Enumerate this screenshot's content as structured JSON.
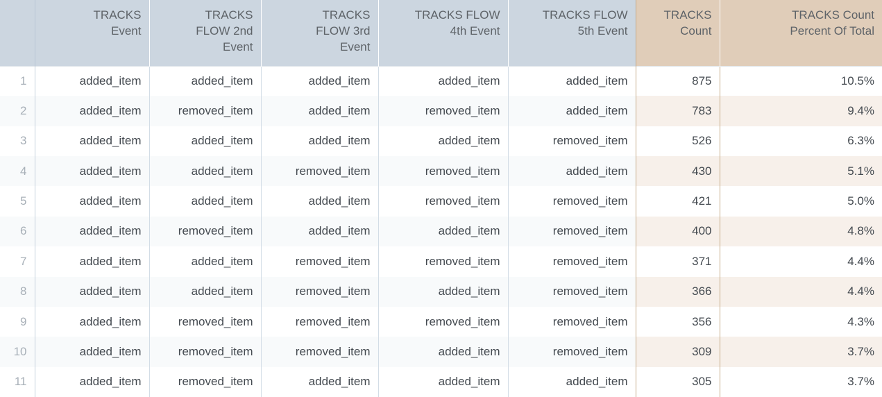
{
  "table": {
    "columns": [
      {
        "key": "rownum",
        "label": "",
        "group": "rownum"
      },
      {
        "key": "event1",
        "label": "TRACKS Event",
        "group": "blue"
      },
      {
        "key": "event2",
        "label": "TRACKS FLOW 2nd Event",
        "group": "blue"
      },
      {
        "key": "event3",
        "label": "TRACKS FLOW 3rd Event",
        "group": "blue"
      },
      {
        "key": "event4",
        "label": "TRACKS FLOW 4th Event",
        "group": "blue"
      },
      {
        "key": "event5",
        "label": "TRACKS FLOW 5th Event",
        "group": "blue"
      },
      {
        "key": "count",
        "label": "TRACKS Count",
        "group": "beige"
      },
      {
        "key": "pct",
        "label": "TRACKS Count Percent Of Total",
        "group": "beige"
      }
    ],
    "header_lines": {
      "rownum": [
        "",
        ""
      ],
      "event1": [
        "TRACKS",
        "Event"
      ],
      "event2": [
        "TRACKS",
        "FLOW 2nd",
        "Event"
      ],
      "event3": [
        "TRACKS",
        "FLOW 3rd",
        "Event"
      ],
      "event4": [
        "TRACKS FLOW",
        "4th Event"
      ],
      "event5": [
        "TRACKS FLOW",
        "5th Event"
      ],
      "count": [
        "TRACKS",
        "Count"
      ],
      "pct": [
        "TRACKS Count",
        "Percent Of Total"
      ]
    },
    "rows": [
      {
        "n": "1",
        "event1": "added_item",
        "event2": "added_item",
        "event3": "added_item",
        "event4": "added_item",
        "event5": "added_item",
        "count": "875",
        "pct": "10.5%"
      },
      {
        "n": "2",
        "event1": "added_item",
        "event2": "removed_item",
        "event3": "added_item",
        "event4": "removed_item",
        "event5": "added_item",
        "count": "783",
        "pct": "9.4%"
      },
      {
        "n": "3",
        "event1": "added_item",
        "event2": "added_item",
        "event3": "added_item",
        "event4": "added_item",
        "event5": "removed_item",
        "count": "526",
        "pct": "6.3%"
      },
      {
        "n": "4",
        "event1": "added_item",
        "event2": "added_item",
        "event3": "removed_item",
        "event4": "removed_item",
        "event5": "added_item",
        "count": "430",
        "pct": "5.1%"
      },
      {
        "n": "5",
        "event1": "added_item",
        "event2": "added_item",
        "event3": "added_item",
        "event4": "removed_item",
        "event5": "removed_item",
        "count": "421",
        "pct": "5.0%"
      },
      {
        "n": "6",
        "event1": "added_item",
        "event2": "removed_item",
        "event3": "added_item",
        "event4": "added_item",
        "event5": "removed_item",
        "count": "400",
        "pct": "4.8%"
      },
      {
        "n": "7",
        "event1": "added_item",
        "event2": "added_item",
        "event3": "removed_item",
        "event4": "removed_item",
        "event5": "removed_item",
        "count": "371",
        "pct": "4.4%"
      },
      {
        "n": "8",
        "event1": "added_item",
        "event2": "added_item",
        "event3": "removed_item",
        "event4": "added_item",
        "event5": "removed_item",
        "count": "366",
        "pct": "4.4%"
      },
      {
        "n": "9",
        "event1": "added_item",
        "event2": "removed_item",
        "event3": "removed_item",
        "event4": "removed_item",
        "event5": "removed_item",
        "count": "356",
        "pct": "4.3%"
      },
      {
        "n": "10",
        "event1": "added_item",
        "event2": "removed_item",
        "event3": "removed_item",
        "event4": "added_item",
        "event5": "removed_item",
        "count": "309",
        "pct": "3.7%"
      },
      {
        "n": "11",
        "event1": "added_item",
        "event2": "removed_item",
        "event3": "added_item",
        "event4": "added_item",
        "event5": "added_item",
        "count": "305",
        "pct": "3.7%"
      }
    ]
  },
  "colors": {
    "header_dimension_bg": "#ccd6e0",
    "header_measure_bg": "#e0cdb9",
    "row_alt_dimension_bg": "#f8fafb",
    "row_alt_measure_bg": "#f7f0ea",
    "measure_divider": "#c4a986",
    "text": "#444a50",
    "header_text": "#5e6368",
    "rownum_text": "#a8b0b8"
  }
}
